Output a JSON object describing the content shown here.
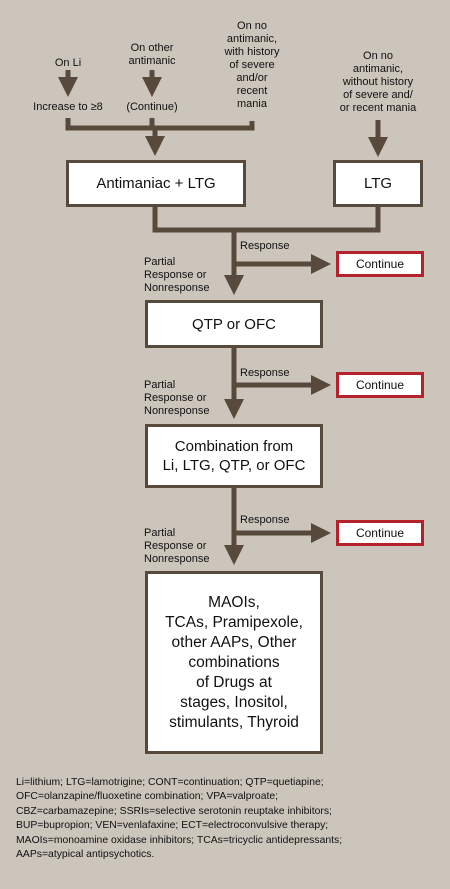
{
  "top_labels": {
    "on_li": "On Li",
    "on_other": "On other\nantimanic",
    "on_no_with": "On no\nantimanic,\nwith history\nof severe\nand/or\nrecent\nmania",
    "on_no_without": "On no\nantimanic,\nwithout history\nof severe and/\nor recent mania"
  },
  "step_labels": {
    "increase": "Increase to ≥8",
    "continue_paren": "(Continue)"
  },
  "boxes": {
    "antimaniac_ltg": "Antimaniac + LTG",
    "ltg": "LTG",
    "qtp_ofc": "QTP or OFC",
    "combination": "Combination from\nLi, LTG, QTP, or OFC",
    "final": "MAOIs,\nTCAs, Pramipexole,\nother AAPs, Other\ncombinations\nof Drugs at\nstages, Inositol,\nstimulants, Thyroid"
  },
  "branch": {
    "response": "Response",
    "partial": "Partial\nResponse or\nNonresponse",
    "continue": "Continue"
  },
  "legend": [
    "Li=lithium; LTG=lamotrigine; CONT=continuation; QTP=quetiapine;",
    "OFC=olanzapine/fluoxetine combination; VPA=valproate;",
    "CBZ=carbamazepine; SSRIs=selective serotonin reuptake inhibitors;",
    "BUP=bupropion; VEN=venlafaxine; ECT=electroconvulsive therapy;",
    "MAOIs=monoamine oxidase inhibitors; TCAs=tricyclic antidepressants;",
    "AAPs=atypical antipsychotics."
  ],
  "colors": {
    "background": "#cbc5bb",
    "connector": "#57493c",
    "continue_border": "#b5222c"
  }
}
